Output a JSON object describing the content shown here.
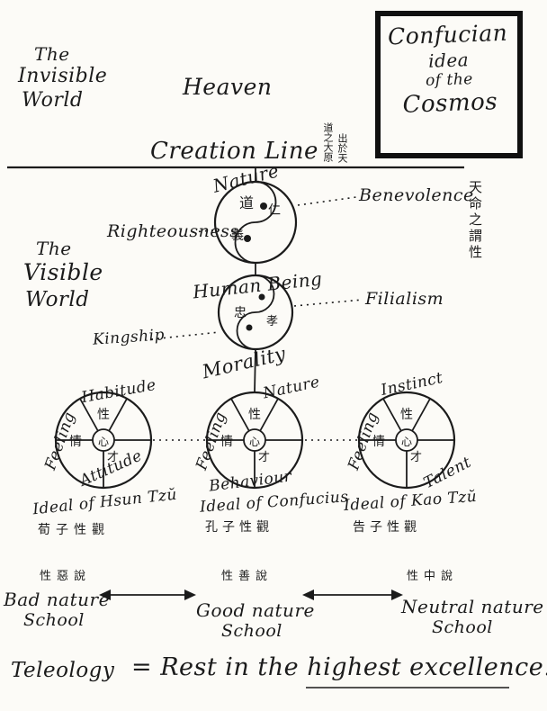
{
  "colors": {
    "paper": "#fcfbf7",
    "ink": "#1b1b1b"
  },
  "header": {
    "invisible_world": {
      "l1": "The",
      "l2": "Invisible",
      "l3": "World"
    },
    "heaven": "Heaven",
    "title_box": {
      "l1": "Confucian",
      "l2": "idea",
      "l3": "of the",
      "l4": "Cosmos"
    },
    "creation_line_label": "Creation Line",
    "creation_cjk_right": "道之大原",
    "creation_cjk_left": "出於天",
    "visible_world": {
      "l1": "The",
      "l2": "Visible",
      "l3": "World"
    },
    "margin_cjk": "天命之謂性"
  },
  "nature_circle": {
    "label": "Nature",
    "cjk_tao": "道",
    "cjk_jen": "仁",
    "cjk_yi": "義",
    "benevolence": "Benevolence",
    "righteousness": "Righteousness"
  },
  "human_circle": {
    "label": "Human Being",
    "cjk_chung": "忠",
    "cjk_hsiao": "孝",
    "filialism": "Filialism",
    "kingship": "Kingship",
    "morality": "Morality"
  },
  "wheels": [
    {
      "top": "Habitude",
      "side": "Feeling",
      "bottom": "Attitude",
      "ideal": "Ideal of Hsun Tzŭ",
      "ideal_cjk": "荀子性觀",
      "cjk_hsing": "性",
      "cjk_ching": "情",
      "cjk_tsai": "才",
      "cjk_hsin": "心"
    },
    {
      "top": "Nature",
      "side": "Feeling",
      "bottom": "Behaviour",
      "ideal": "Ideal of Confucius",
      "ideal_cjk": "孔子性觀",
      "cjk_hsing": "性",
      "cjk_ching": "情",
      "cjk_tsai": "才",
      "cjk_hsin": "心"
    },
    {
      "top": "Instinct",
      "side": "Feeling",
      "bottom": "Talent",
      "ideal": "Ideal of Kao Tzŭ",
      "ideal_cjk": "告子性觀",
      "cjk_hsing": "性",
      "cjk_ching": "情",
      "cjk_tsai": "才",
      "cjk_hsin": "心"
    }
  ],
  "schools": [
    {
      "cjk": "性惡說",
      "line1": "Bad nature",
      "line2": "School"
    },
    {
      "cjk": "性善說",
      "line1": "Good nature",
      "line2": "School"
    },
    {
      "cjk": "性中說",
      "line1": "Neutral nature",
      "line2": "School"
    }
  ],
  "teleology": {
    "label": "Teleology",
    "statement": "= Rest in the highest excellence."
  }
}
